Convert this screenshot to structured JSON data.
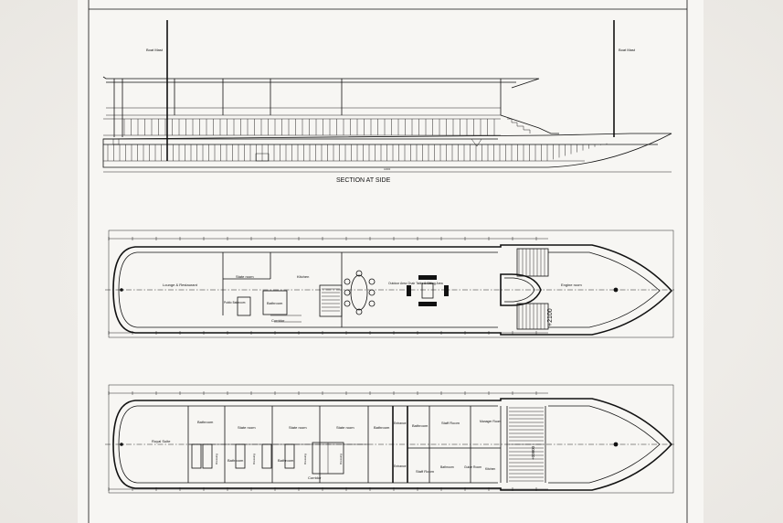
{
  "drawing": {
    "section_title": "SECTION  AT SIDE",
    "side_view": {
      "mast_label": "Boat Mast"
    },
    "upper_deck": {
      "rooms": {
        "lounge": "Lounge & Restaurant",
        "stateroom": "State room",
        "kitchen": "Kitchen",
        "public_bathroom": "Public Bathroom",
        "bathroom": "Bathroom",
        "corridor": "Corridor",
        "outdoor": "Outdoor Area Chair Table & Sitting Area",
        "engine": "Engine room"
      },
      "level": "+2100"
    },
    "lower_deck": {
      "rooms": {
        "royal_suite": "Royal Suite",
        "bathroom": "Bathroom",
        "stateroom": "State room",
        "dressing": "Dressing",
        "corridor": "Corridor",
        "entrance": "Entrance",
        "staff_room": "Staff Room",
        "manager_room": "Manager Room",
        "guide_room": "Guide Room",
        "kitchen": "Kitchen"
      },
      "level": "+00000"
    }
  }
}
